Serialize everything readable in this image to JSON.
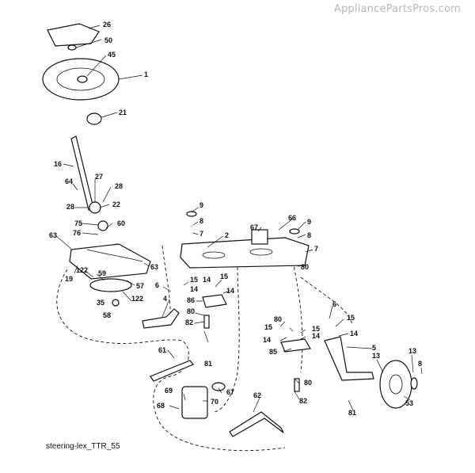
{
  "watermark": "AppliancePartsPros.com",
  "caption": "steering-lex_TTR_55",
  "callouts": [
    "26",
    "50",
    "45",
    "1",
    "21",
    "16",
    "27",
    "28",
    "64",
    "28",
    "22",
    "75",
    "60",
    "76",
    "63",
    "63",
    "19",
    "122",
    "59",
    "57",
    "122",
    "35",
    "58",
    "9",
    "8",
    "7",
    "2",
    "66",
    "67",
    "9",
    "8",
    "7",
    "80",
    "6",
    "15",
    "14",
    "14",
    "15",
    "14",
    "86",
    "4",
    "80",
    "82",
    "81",
    "61",
    "67",
    "70",
    "69",
    "68",
    "62",
    "6",
    "15",
    "14",
    "80",
    "15",
    "15",
    "14",
    "14",
    "5",
    "85",
    "80",
    "82",
    "81",
    "13",
    "13",
    "8",
    "53"
  ]
}
